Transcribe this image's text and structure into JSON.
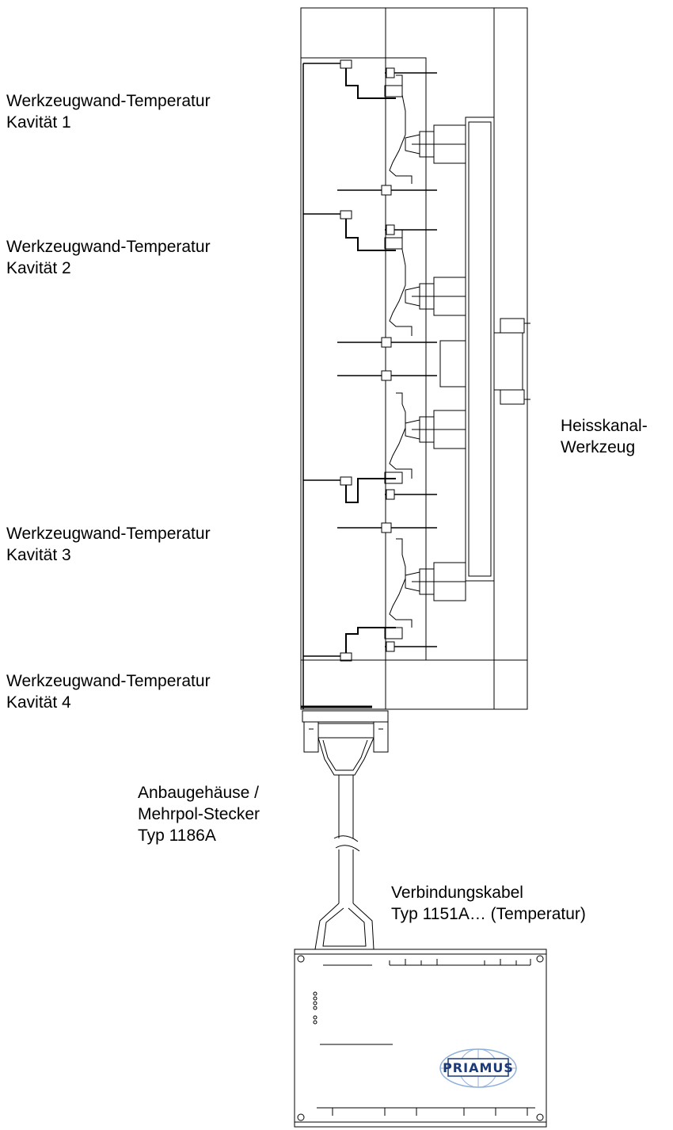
{
  "labels": {
    "cavity1": {
      "line1": "Werkzeugwand-Temperatur",
      "line2": "Kavität 1"
    },
    "cavity2": {
      "line1": "Werkzeugwand-Temperatur",
      "line2": "Kavität 2"
    },
    "cavity3": {
      "line1": "Werkzeugwand-Temperatur",
      "line2": "Kavität 3"
    },
    "cavity4": {
      "line1": "Werkzeugwand-Temperatur",
      "line2": "Kavität 4"
    },
    "hotrunner": {
      "line1": "Heisskanal-",
      "line2": "Werkzeug"
    },
    "housing": {
      "line1": "Anbaugehäuse /",
      "line2": "Mehrpol-Stecker",
      "line3": "Typ 1186A"
    },
    "cable": {
      "line1": "Verbindungskabel",
      "line2": "Typ 1151A… (Temperatur)"
    }
  },
  "amplifier": {
    "logo": "PRIAMUS"
  }
}
